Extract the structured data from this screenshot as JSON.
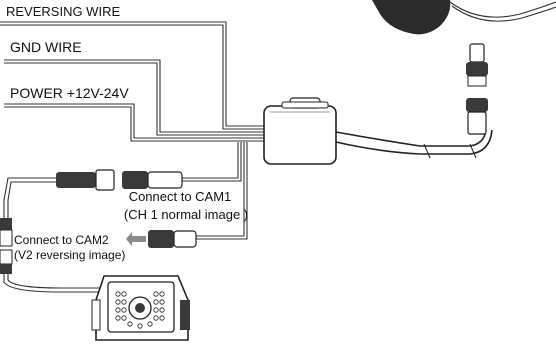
{
  "labels": {
    "reversing_wire": "REVERSING WIRE",
    "gnd_wire": "GND WIRE",
    "power": "POWER +12V-24V",
    "cam1_line1": "Connect to CAM1",
    "cam1_line2": "(CH 1  normal image )",
    "cam2_line1": "Connect to CAM2",
    "cam2_line2": "(V2 reversing image)"
  },
  "colors": {
    "ink": "#222222",
    "arrow": "#8a8a8a",
    "connector_dark": "#3a3a3a",
    "background": "#ffffff"
  }
}
